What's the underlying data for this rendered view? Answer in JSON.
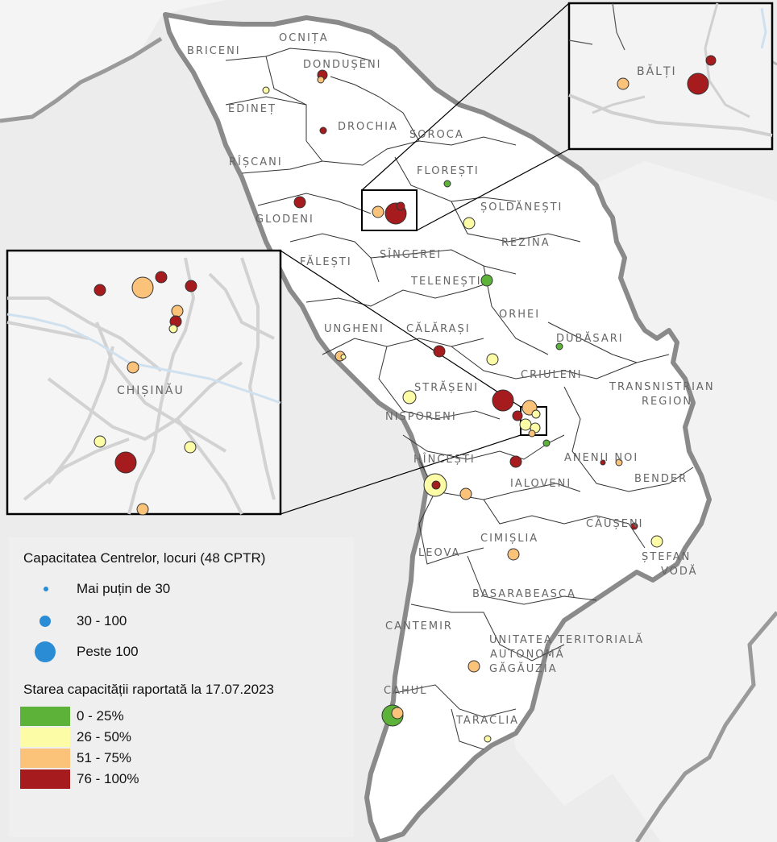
{
  "map": {
    "colors": {
      "c0_25": "#5db33a",
      "c26_50": "#fdfca6",
      "c51_75": "#fbc27a",
      "c76_100": "#a61c1e",
      "size_legend": "#2b8cd6"
    },
    "region_labels": [
      {
        "id": "ocnita",
        "text": "OCNIȚA"
      },
      {
        "id": "briceni",
        "text": "BRICENI"
      },
      {
        "id": "donduseni",
        "text": "DONDUȘENI"
      },
      {
        "id": "edinet",
        "text": "EDINEȚ"
      },
      {
        "id": "drochia",
        "text": "DROCHIA"
      },
      {
        "id": "soroca",
        "text": "SOROCA"
      },
      {
        "id": "riscani",
        "text": "RÎȘCANI"
      },
      {
        "id": "floresti",
        "text": "FLOREȘTI"
      },
      {
        "id": "glodeni",
        "text": "GLODENI"
      },
      {
        "id": "soldanesti",
        "text": "ȘOLDĂNEȘTI"
      },
      {
        "id": "rezina",
        "text": "REZINA"
      },
      {
        "id": "falesti",
        "text": "FĂLEȘTI"
      },
      {
        "id": "singerei",
        "text": "SÎNGEREI"
      },
      {
        "id": "telenesti",
        "text": "TELENEȘTI"
      },
      {
        "id": "orhei",
        "text": "ORHEI"
      },
      {
        "id": "ungheni",
        "text": "UNGHENI"
      },
      {
        "id": "calarasi",
        "text": "CĂLĂRAȘI"
      },
      {
        "id": "dubasari",
        "text": "DUBĂSARI"
      },
      {
        "id": "criuleni",
        "text": "CRIULENI"
      },
      {
        "id": "transnistrian1",
        "text": "TRANSNISTRIAN"
      },
      {
        "id": "transnistrian2",
        "text": "REGION"
      },
      {
        "id": "straseni",
        "text": "STRĂȘENI"
      },
      {
        "id": "nisporeni",
        "text": "NISPORENI"
      },
      {
        "id": "hincesti",
        "text": "HÎNCEȘTI"
      },
      {
        "id": "ialoveni",
        "text": "IALOVENI"
      },
      {
        "id": "anenii",
        "text": "ANENII NOI"
      },
      {
        "id": "bender",
        "text": "BENDER"
      },
      {
        "id": "causeni",
        "text": "CĂUȘENI"
      },
      {
        "id": "cimislia",
        "text": "CIMIȘLIA"
      },
      {
        "id": "leova",
        "text": "LEOVA"
      },
      {
        "id": "stefan1",
        "text": "ȘTEFAN"
      },
      {
        "id": "stefan2",
        "text": "VODĂ"
      },
      {
        "id": "basarabeasca",
        "text": "BASARABEASCA"
      },
      {
        "id": "cantemir",
        "text": "CANTEMIR"
      },
      {
        "id": "utag1",
        "text": "UNITATEA TERITORIALĂ"
      },
      {
        "id": "utag2",
        "text": "AUTONOMĂ"
      },
      {
        "id": "utag3",
        "text": "GĂGĂUZIA"
      },
      {
        "id": "cahul",
        "text": "CAHUL"
      },
      {
        "id": "taraclia",
        "text": "TARACLIA"
      }
    ],
    "inset_chisinau_label": "CHIȘINĂU",
    "inset_balti_label": "BĂLȚI"
  },
  "legend": {
    "size_title": "Capacitatea Centrelor, locuri (48 CPTR)",
    "size_items": [
      "Mai puțin de 30",
      "30 - 100",
      "Peste 100"
    ],
    "status_title": "Starea capacității raportată la 17.07.2023",
    "status_items": [
      "0 - 25%",
      "26 - 50%",
      "51 - 75%",
      "76 - 100%"
    ]
  }
}
